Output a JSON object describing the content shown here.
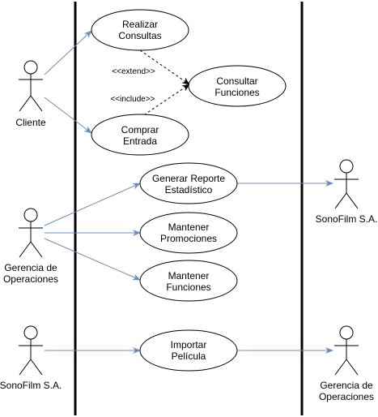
{
  "actors": [
    {
      "id": "cliente",
      "label": [
        "Cliente"
      ]
    },
    {
      "id": "gerencia-left",
      "label": [
        "Gerencia de",
        "Operaciones"
      ]
    },
    {
      "id": "sonofilm-left",
      "label": [
        "SonoFilm S.A."
      ]
    },
    {
      "id": "sonofilm-right",
      "label": [
        "SonoFilm S.A."
      ]
    },
    {
      "id": "gerencia-right",
      "label": [
        "Gerencia de",
        "Operaciones"
      ]
    }
  ],
  "use_cases": [
    {
      "id": "realizar-consultas",
      "label": [
        "Realizar",
        "Consultas"
      ]
    },
    {
      "id": "consultar-funciones",
      "label": [
        "Consultar",
        "Funciones"
      ]
    },
    {
      "id": "comprar-entrada",
      "label": [
        "Comprar",
        "Entrada"
      ]
    },
    {
      "id": "generar-reporte",
      "label": [
        "Generar Reporte",
        "Estadístico"
      ]
    },
    {
      "id": "mantener-promociones",
      "label": [
        "Mantener",
        "Promociones"
      ]
    },
    {
      "id": "mantener-funciones",
      "label": [
        "Mantener",
        "Funciones"
      ]
    },
    {
      "id": "importar-pelicula",
      "label": [
        "Importar",
        "Película"
      ]
    }
  ],
  "relations": [
    {
      "id": "extend",
      "label": "<<extend>>"
    },
    {
      "id": "include",
      "label": "<<include>>"
    }
  ],
  "colors": {
    "association": "#6c8ebf",
    "line": "#000000"
  }
}
